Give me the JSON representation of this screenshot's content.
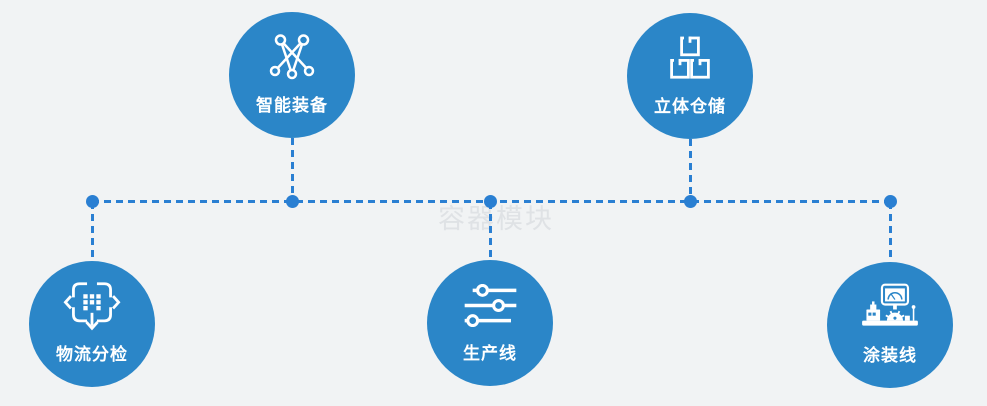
{
  "watermark": "容器模块",
  "colors": {
    "background": "#f1f3f4",
    "node_fill": "#2b86c8",
    "connector": "#2a7fd2",
    "icon": "#ffffff",
    "watermark_text": "#dfe2e5"
  },
  "nodes": [
    {
      "label": "智能装备",
      "icon": "network-nodes-icon",
      "position": "top-left"
    },
    {
      "label": "立体仓储",
      "icon": "stacked-boxes-icon",
      "position": "top-right"
    },
    {
      "label": "物流分检",
      "icon": "sorting-arrows-icon",
      "position": "bottom-left"
    },
    {
      "label": "生产线",
      "icon": "sliders-icon",
      "position": "bottom-center"
    },
    {
      "label": "涂装线",
      "icon": "control-station-icon",
      "position": "bottom-right"
    }
  ]
}
